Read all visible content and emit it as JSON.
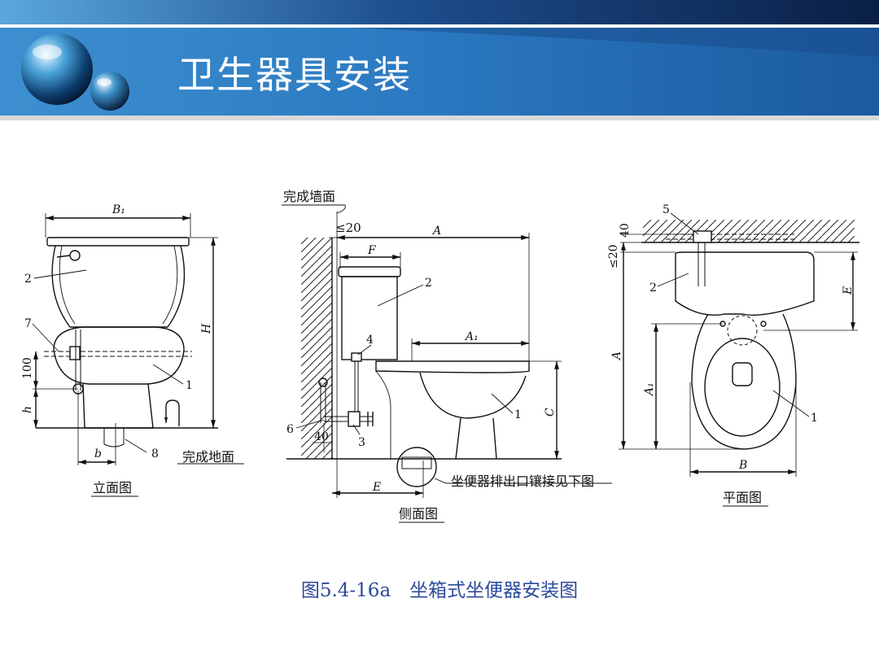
{
  "slide": {
    "title": "卫生器具安装",
    "caption": "图5.4-16a　坐箱式坐便器安装图"
  },
  "front_view": {
    "view_label": "立面图",
    "dim_b1": "B₁",
    "dim_h": "H",
    "dim_small_h": "h",
    "dim_100": "100",
    "dim_b": "b",
    "callout_2": "2",
    "callout_7": "7",
    "callout_1": "1",
    "callout_8": "8",
    "floor_label": "完成地面"
  },
  "side_view": {
    "view_label": "侧面图",
    "wall_label": "完成墙面",
    "dim_le20": "≤20",
    "dim_a": "A",
    "dim_f": "F",
    "dim_a1": "A₁",
    "dim_c": "C",
    "dim_40": "40",
    "dim_e": "E",
    "callout_2": "2",
    "callout_4": "4",
    "callout_1": "1",
    "callout_6": "6",
    "callout_3": "3",
    "note": "坐便器排出口镶接见下图"
  },
  "plan_view": {
    "view_label": "平面图",
    "callout_5": "5",
    "callout_2": "2",
    "callout_1": "1",
    "dim_40": "40",
    "dim_le20": "≤20",
    "dim_e": "E",
    "dim_a": "A",
    "dim_a1": "A₁",
    "dim_b": "B"
  },
  "colors": {
    "header_dark": "#0f2a5a",
    "header_mid": "#2a6fb8",
    "header_light": "#5fb3e0",
    "caption": "#2b4a9c"
  }
}
